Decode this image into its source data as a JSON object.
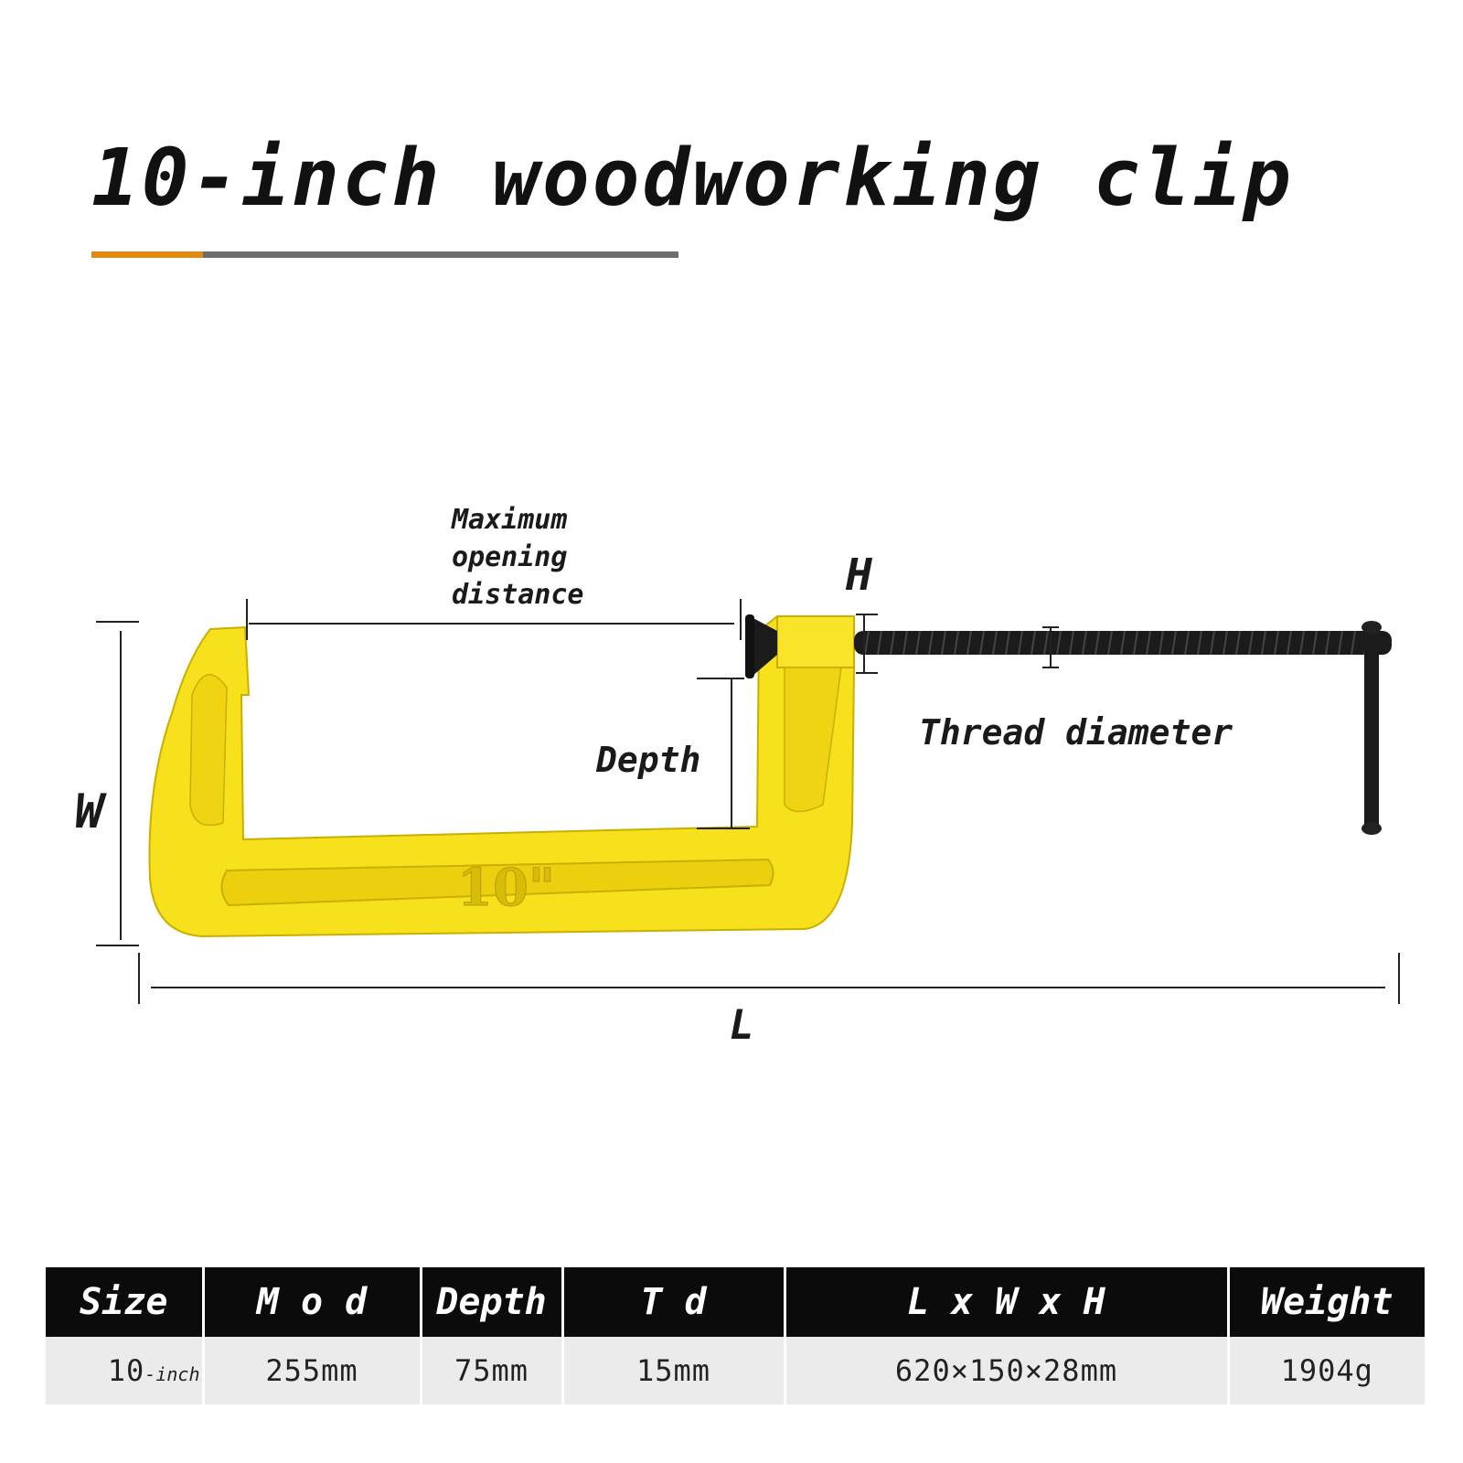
{
  "title": "10-inch woodworking clip",
  "colors": {
    "accent_orange": "#e08a12",
    "accent_gray": "#6d6d6d",
    "clamp_yellow": "#f7e01c",
    "screw_black": "#1b1b1b",
    "table_header_bg": "#0b0b0b",
    "table_row_bg": "#ebebeb"
  },
  "diagram": {
    "clamp_marking": "10\"",
    "labels": {
      "max_opening": "Maximum opening distance",
      "h": "H",
      "depth": "Depth",
      "thread": "Thread diameter",
      "w": "W",
      "l": "L"
    }
  },
  "table": {
    "headers": [
      "Size",
      "M o d",
      "Depth",
      "T d",
      "L x W x H",
      "Weight"
    ],
    "row": {
      "size_value": "10",
      "size_unit": "-inch",
      "mod": "255mm",
      "depth": "75mm",
      "td": "15mm",
      "lwh": "620×150×28mm",
      "weight": "1904g"
    }
  }
}
